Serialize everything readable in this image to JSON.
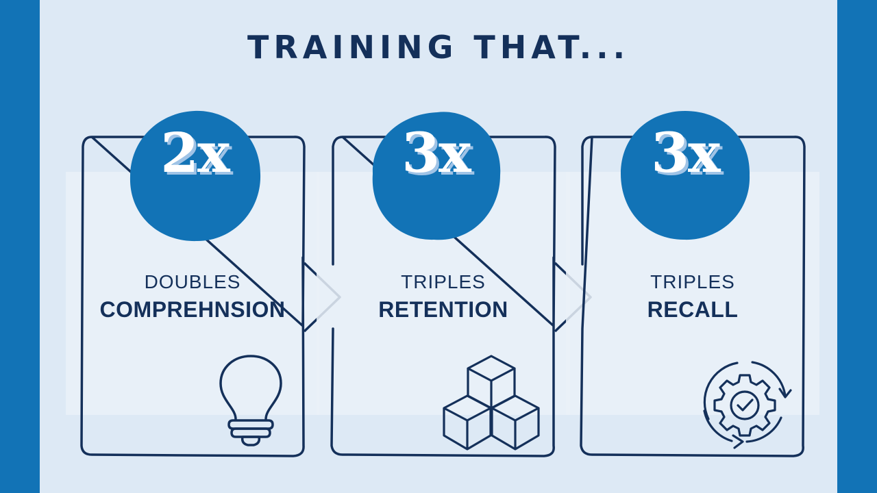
{
  "title": "TRAINING THAT...",
  "cards": [
    {
      "multiplier": "2x",
      "line1": "DOUBLES",
      "line2": "COMPREHNSION",
      "icon": "lightbulb-icon"
    },
    {
      "multiplier": "3x",
      "line1": "TRIPLES",
      "line2": "RETENTION",
      "icon": "cubes-icon"
    },
    {
      "multiplier": "3x",
      "line1": "TRIPLES",
      "line2": "RECALL",
      "icon": "gear-cycle-check-icon"
    }
  ],
  "colors": {
    "brand_blue": "#1273b6",
    "panel_bg": "#dde9f5",
    "ink": "#14305a"
  }
}
